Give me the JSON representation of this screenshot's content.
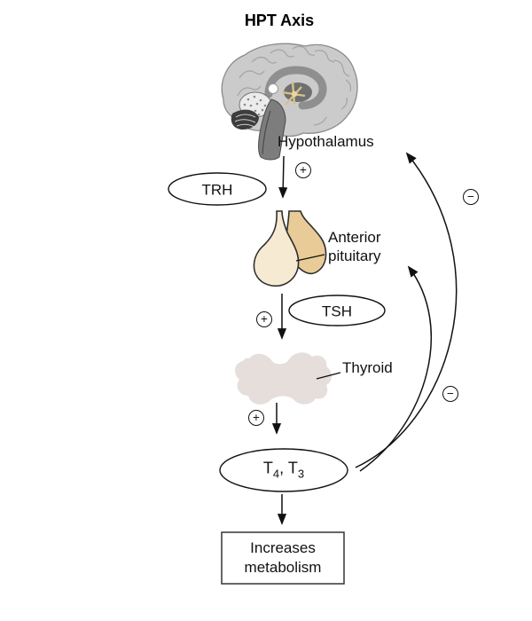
{
  "title": "HPT Axis",
  "nodes": {
    "hypothalamus": "Hypothalamus",
    "trh": "TRH",
    "anterior_pituitary_line1": "Anterior",
    "anterior_pituitary_line2": "pituitary",
    "tsh": "TSH",
    "thyroid": "Thyroid",
    "t4t3": {
      "base1": "T",
      "sub1": "4",
      "base2": ", T",
      "sub2": "3"
    },
    "outcome_line1": "Increases",
    "outcome_line2": "metabolism"
  },
  "signs": {
    "plus": "+",
    "minus": "−"
  },
  "colors": {
    "brain_cortex": "#cbcbcb",
    "brain_outline": "#8b8b8b",
    "brain_medial_band": "#8f8f8f",
    "brain_inner": "#6f6f6f",
    "cerebellum_dark": "#3d3d3d",
    "brainstem": "#7d7d7d",
    "hypothalamus_highlight": "#d8c285",
    "pituitary_anterior": "#f6ead2",
    "pituitary_posterior": "#e8cb97",
    "thyroid": "#e5dedb",
    "line": "#111111"
  }
}
